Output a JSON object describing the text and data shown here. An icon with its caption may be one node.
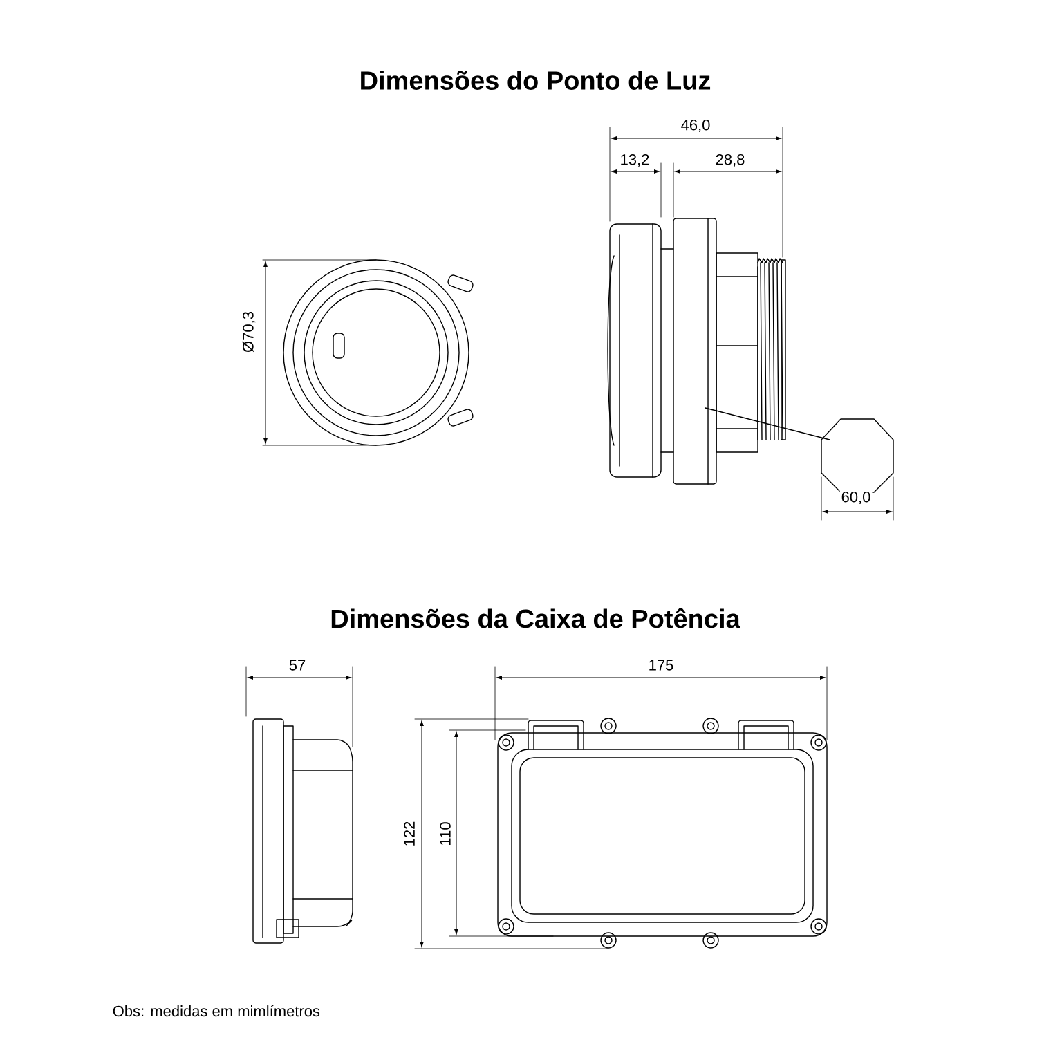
{
  "diagram": {
    "labels": [
      "Dimensões do Ponto de Luz",
      "46,0",
      "13,2",
      "28,8",
      "Ø70,3",
      "60,0",
      "Dimensões da Caixa de Potência",
      "57",
      "175",
      "122",
      "110",
      "Obs: medidas em mimlímetros"
    ]
  }
}
